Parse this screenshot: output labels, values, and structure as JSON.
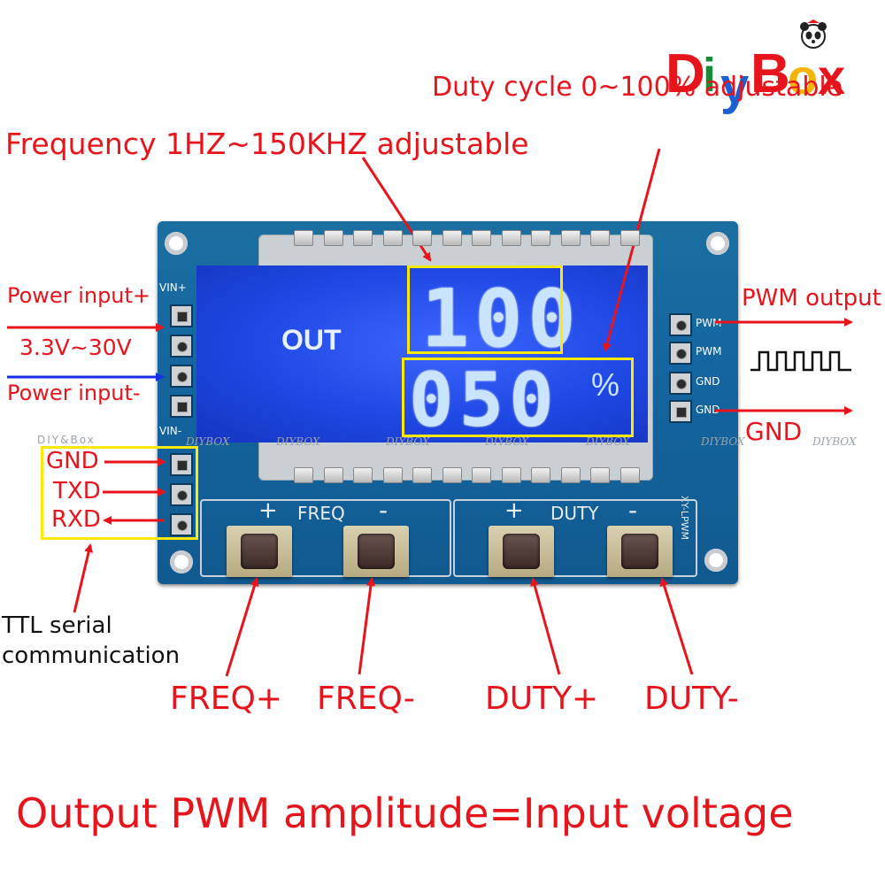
{
  "brand": {
    "logo_letters": [
      "D",
      "i",
      "y",
      "B",
      "o",
      "x"
    ],
    "logo_colors": [
      "#e8141b",
      "#1a8a3a",
      "#1b5fd1",
      "#e8141b",
      "#f4b400",
      "#e8141b"
    ]
  },
  "callouts": {
    "duty_cycle": "Duty cycle 0~100% adjustable",
    "frequency": "Frequency 1HZ~150KHZ adjustable",
    "power_input_plus": "Power input+",
    "voltage_range": "3.3V~30V",
    "power_input_minus": "Power input-",
    "pwm_output": "PWM output",
    "gnd_right": "GND",
    "gnd_left": "GND",
    "txd": "TXD",
    "rxd": "RXD",
    "ttl_line1": "TTL serial",
    "ttl_line2": "communication",
    "freq_plus": "FREQ+",
    "freq_minus": "FREQ-",
    "duty_plus": "DUTY+",
    "duty_minus": "DUTY-",
    "footer": "Output PWM amplitude=Input voltage"
  },
  "board": {
    "vin_label": "VIN+",
    "vin_minus_label": "VIN-",
    "pin_labels": [
      "PWM",
      "PWM",
      "GND",
      "GND"
    ],
    "model": "XY-LPWM",
    "freq_group": "FREQ",
    "duty_group": "DUTY",
    "plus": "+",
    "minus": "-"
  },
  "lcd": {
    "out_label": "OUT",
    "frequency_value": "100",
    "duty_value": "050",
    "percent": "%"
  },
  "watermark": {
    "left": "DIY&Box",
    "repeat": "DIYBOX"
  },
  "colors": {
    "accent_red": "#e8141b",
    "arrow_blue": "#1530e0",
    "highlight_yellow": "#ffe70a",
    "pcb_blue": "#1565a0",
    "lcd_blue": "#2a52f0"
  }
}
